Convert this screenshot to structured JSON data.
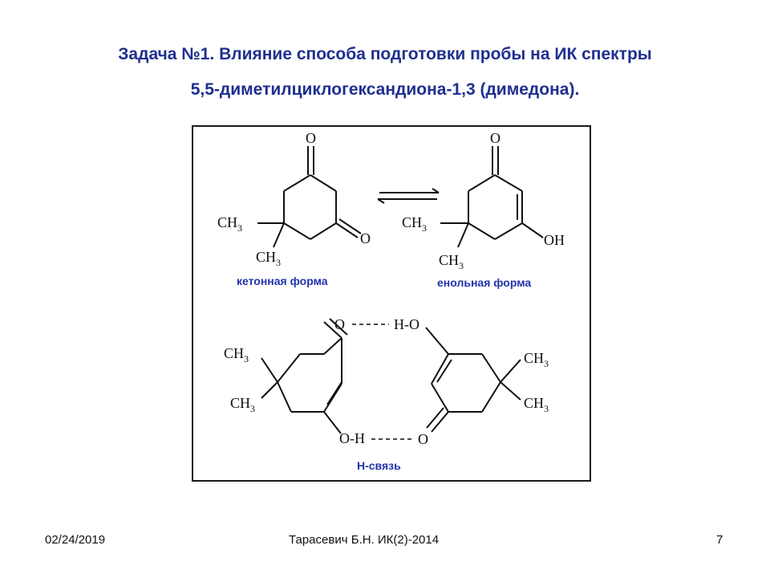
{
  "slide": {
    "title_line1": "Задача №1.  Влияние способа подготовки пробы на ИК спектры",
    "title_line2": "5,5-диметилциклогександиона-1,3 (димедона)."
  },
  "figure": {
    "keto_caption": "кетонная форма",
    "enol_caption": "енольная форма",
    "hbond_caption": "Н-связь",
    "atom_O": "O",
    "atom_OH": "OH",
    "atom_HO": "H-O",
    "atom_OH_dash": "O-H",
    "group_CH": "CH",
    "subscript_3": "3"
  },
  "footer": {
    "date": "02/24/2019",
    "author": "Тарасевич Б.Н. ИК(2)-2014",
    "page": "7"
  },
  "colors": {
    "title": "#1f2f8f",
    "caption": "#2233aa"
  }
}
